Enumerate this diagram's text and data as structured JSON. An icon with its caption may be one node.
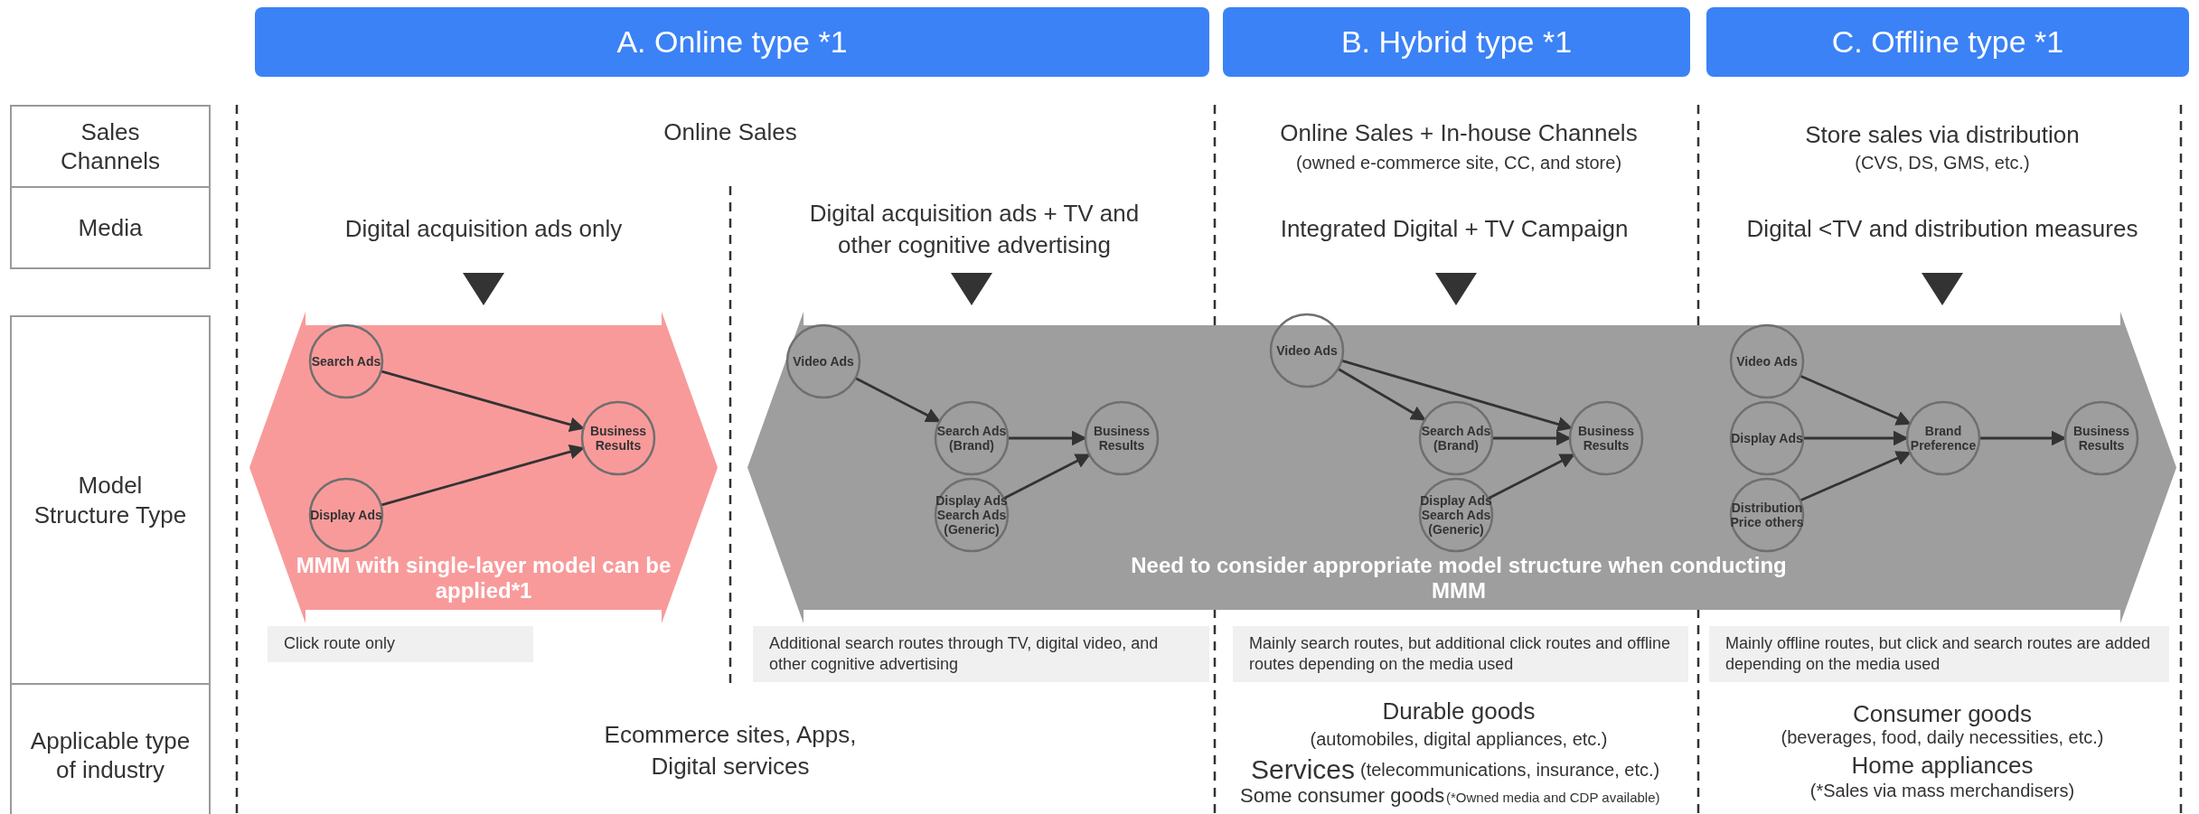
{
  "diagram": {
    "nodes": [
      {
        "text": [
          "A. Online type *1"
        ]
      },
      {
        "text": [
          "B. Hybrid type *1"
        ]
      },
      {
        "text": [
          "C. Offline type *1"
        ]
      },
      {
        "text": [
          "Sales Channels"
        ]
      },
      {
        "text": [
          "Media"
        ]
      },
      {
        "text": [
          "Model Structure Type"
        ]
      },
      {
        "text": [
          "Applicable type of industry"
        ]
      },
      {
        "text": [
          "MMM with single-layer model can be applied*1"
        ]
      },
      {
        "text": [
          "Need to consider appropriate model structure when conducting MMM"
        ]
      },
      {
        "text": [
          "Search Ads"
        ],
        "in": 7
      },
      {
        "text": [
          "Display Ads"
        ],
        "in": 7
      },
      {
        "text": [
          "Business Results"
        ],
        "in": 7
      },
      {
        "text": [
          "Video Ads"
        ],
        "in": 8
      },
      {
        "text": [
          "Search Ads (Brand)"
        ],
        "in": 8
      },
      {
        "text": [
          "Display Ads Search Ads (Generic)"
        ],
        "in": 8
      },
      {
        "text": [
          "Business Results"
        ],
        "in": 8
      },
      {
        "text": [
          "Video Ads"
        ],
        "in": 8
      },
      {
        "text": [
          "Search Ads (Brand)"
        ],
        "in": 8
      },
      {
        "text": [
          "Display Ads Search Ads (Generic)"
        ],
        "in": 8
      },
      {
        "text": [
          "Business Results"
        ],
        "in": 8
      },
      {
        "text": [
          "Video Ads"
        ],
        "in": 8
      },
      {
        "text": [
          "Display Ads"
        ],
        "in": 8
      },
      {
        "text": [
          "Distribution Price others"
        ],
        "in": 8
      },
      {
        "text": [
          "Brand Preference"
        ],
        "in": 8
      },
      {
        "text": [
          "Business Results"
        ],
        "in": 8
      },
      {
        "text": [
          "Click route only"
        ]
      },
      {
        "text": [
          "Additional search routes through TV, digital video, and other cognitive advertising"
        ]
      },
      {
        "text": [
          "Mainly search routes, but additional click routes and offline routes depending on the media used"
        ]
      },
      {
        "text": [
          "Mainly offline routes, but click and search routes are added depending on the media used"
        ]
      }
    ],
    "edges": [
      {
        "from": 9,
        "to": 11,
        "arrow": "to"
      },
      {
        "from": 10,
        "to": 11,
        "arrow": "to"
      },
      {
        "from": 12,
        "to": 13,
        "arrow": "to"
      },
      {
        "from": 13,
        "to": 15,
        "arrow": "to"
      },
      {
        "from": 14,
        "to": 15,
        "arrow": "to"
      },
      {
        "from": 16,
        "to": 17,
        "arrow": "to"
      },
      {
        "from": 16,
        "to": 19,
        "arrow": "to"
      },
      {
        "from": 17,
        "to": 19,
        "arrow": "to"
      },
      {
        "from": 18,
        "to": 19,
        "arrow": "to"
      },
      {
        "from": 20,
        "to": 23,
        "arrow": "to"
      },
      {
        "from": 21,
        "to": 23,
        "arrow": "to"
      },
      {
        "from": 22,
        "to": 23,
        "arrow": "to"
      },
      {
        "from": 23,
        "to": 24,
        "arrow": "to"
      }
    ],
    "labels": [
      "Online Sales",
      "Online Sales + In-house Channels",
      "(owned e-commerce site, CC, and store)",
      "Store sales via distribution",
      "(CVS, DS, GMS, etc.)",
      "Digital acquisition ads only",
      "Digital acquisition ads + TV and other cognitive advertising",
      "Integrated Digital + TV Campaign",
      "Digital <TV and distribution measures",
      "Ecommerce sites, Apps, Digital services",
      "Durable goods",
      "(automobiles, digital appliances, etc.)",
      "Services",
      "(telecommunications, insurance, etc.)",
      "Some consumer goods",
      "(*Owned media and CDP available)",
      "Consumer goods",
      "(beverages, food, daily necessities, etc.)",
      "Home appliances",
      "(*Sales via mass merchandisers)"
    ]
  }
}
